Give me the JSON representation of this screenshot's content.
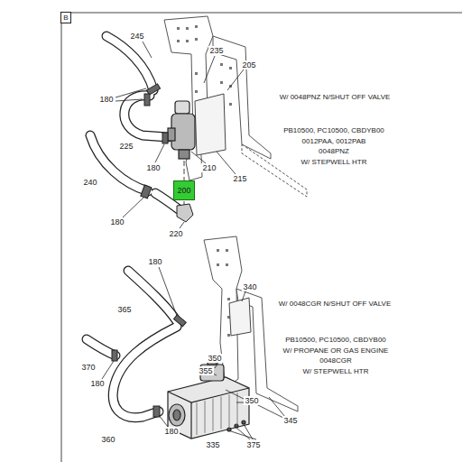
{
  "diagram": {
    "nodes": [
      {
        "text": [
          "B"
        ]
      },
      {
        "text": [
          "200"
        ]
      }
    ],
    "labels": [
      "245",
      "235",
      "205",
      "180",
      "W/ 0048PNZ N/SHUT OFF VALVE",
      "225",
      "PB10500, PC10500, CBDYB00 0012PAA, 0012PAB 0048PNZ W/ STEPWELL HTR",
      "180",
      "210",
      "215",
      "240",
      "180",
      "220",
      "180",
      "340",
      "365",
      "W/ 0048CGR N/SHUT OFF VALVE",
      "PB10500, PC10500, CBDYB00 W/ PROPANE OR GAS ENGINE 0048CGR W/ STEPWELL HTR",
      "370",
      "350",
      "355",
      "180",
      "350",
      "345",
      "360",
      "180",
      "335",
      "375"
    ]
  }
}
